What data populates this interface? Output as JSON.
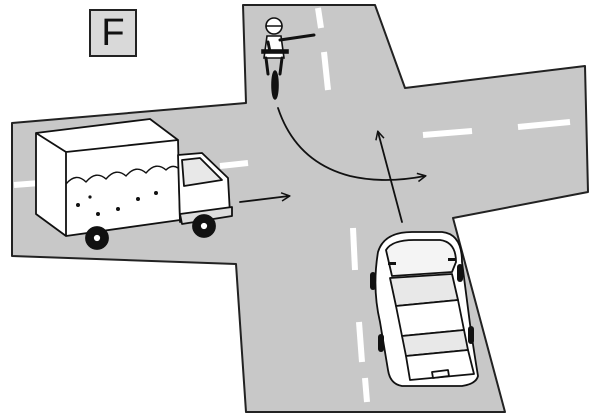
{
  "panel": {
    "label": "F"
  },
  "colors": {
    "road": "#c8c8c8",
    "road_edge": "#222222",
    "lane_marking": "#ffffff",
    "label_bg": "#d9d9d9",
    "outline": "#111111"
  },
  "scene": {
    "road_layout": "four-way-intersection",
    "road_users": [
      {
        "type": "truck",
        "icon": "delivery-truck-icon",
        "heading": "east",
        "maneuver": "straight"
      },
      {
        "type": "car",
        "icon": "car-icon",
        "heading": "north",
        "maneuver": "straight"
      },
      {
        "type": "bicycle",
        "icon": "cyclist-icon",
        "heading": "south",
        "maneuver": "left-turn",
        "signal": "arm-extended"
      }
    ]
  }
}
